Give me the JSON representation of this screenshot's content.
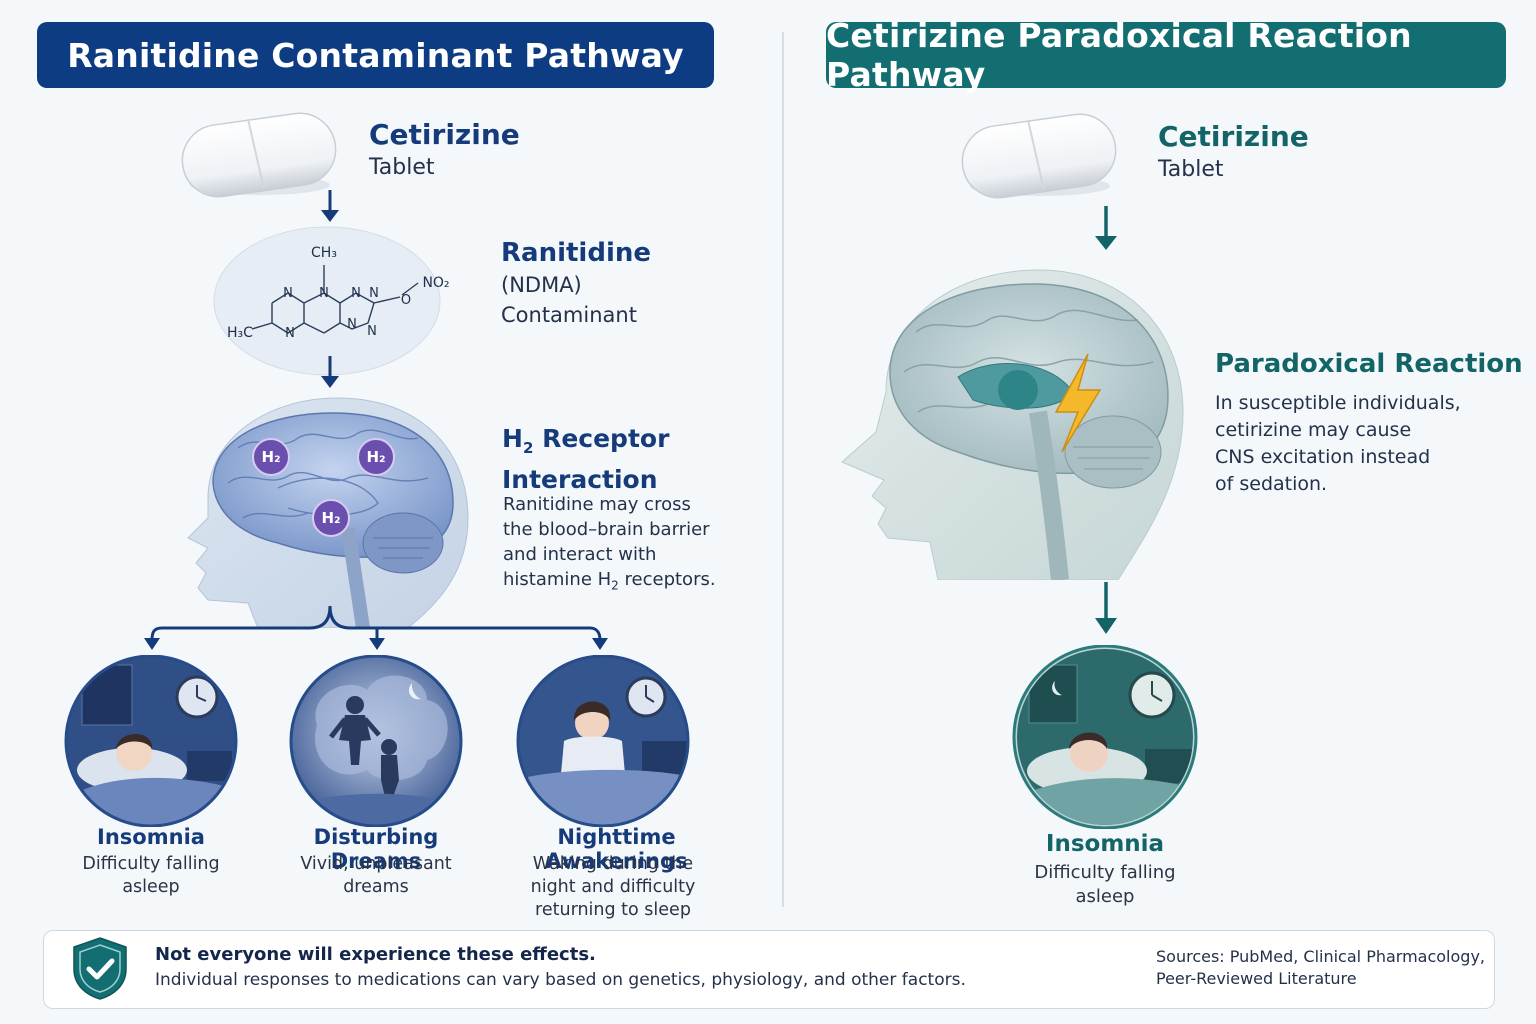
{
  "left": {
    "header": "Ranitidine Contaminant Pathway",
    "tablet": {
      "title": "Cetirizine",
      "subtitle": "Tablet"
    },
    "molecule": {
      "title": "Ranitidine",
      "line2": "(NDMA)",
      "line3": "Contaminant",
      "labels": {
        "ch3_top": "CH₃",
        "no2": "NO₂",
        "h3c": "H₃C",
        "n": "N",
        "o": "O"
      }
    },
    "receptor": {
      "title_line1_prefix": "H",
      "title_line1_sub": "2",
      "title_line1_suffix": " Receptor",
      "title_line2": "Interaction",
      "body": [
        "Ranitidine may cross",
        "the blood–brain barrier",
        "and interact with"
      ],
      "body_last_prefix": "histamine H",
      "body_last_sub": "2",
      "body_last_suffix": " receptors.",
      "badge": "H₂"
    },
    "effects": [
      {
        "title": "Insomnia",
        "desc": [
          "Difficulty falling",
          "asleep"
        ]
      },
      {
        "title": "Disturbing Dreams",
        "desc": [
          "Vivid, unpleasant",
          "dreams"
        ]
      },
      {
        "title": "Nighttime Awakenings",
        "desc": [
          "Waking during the",
          "night and difficulty",
          "returning to sleep"
        ]
      }
    ]
  },
  "right": {
    "header": "Cetirizine Paradoxical Reaction Pathway",
    "tablet": {
      "title": "Cetirizine",
      "subtitle": "Tablet"
    },
    "reaction": {
      "title": "Paradoxical Reaction",
      "body": [
        "In susceptible individuals,",
        "cetirizine may cause",
        "CNS excitation instead",
        "of sedation."
      ]
    },
    "effect": {
      "title": "Insomnia",
      "desc": [
        "Difficulty falling",
        "asleep"
      ]
    }
  },
  "footer": {
    "bold": "Not everyone will experience these effects.",
    "text": "Individual responses to medications can vary based on genetics, physiology, and other factors.",
    "sources": [
      "Sources: PubMed, Clinical Pharmacology,",
      "Peer-Reviewed Literature"
    ]
  },
  "colors": {
    "navy": "#0e3c82",
    "teal": "#136e72"
  }
}
